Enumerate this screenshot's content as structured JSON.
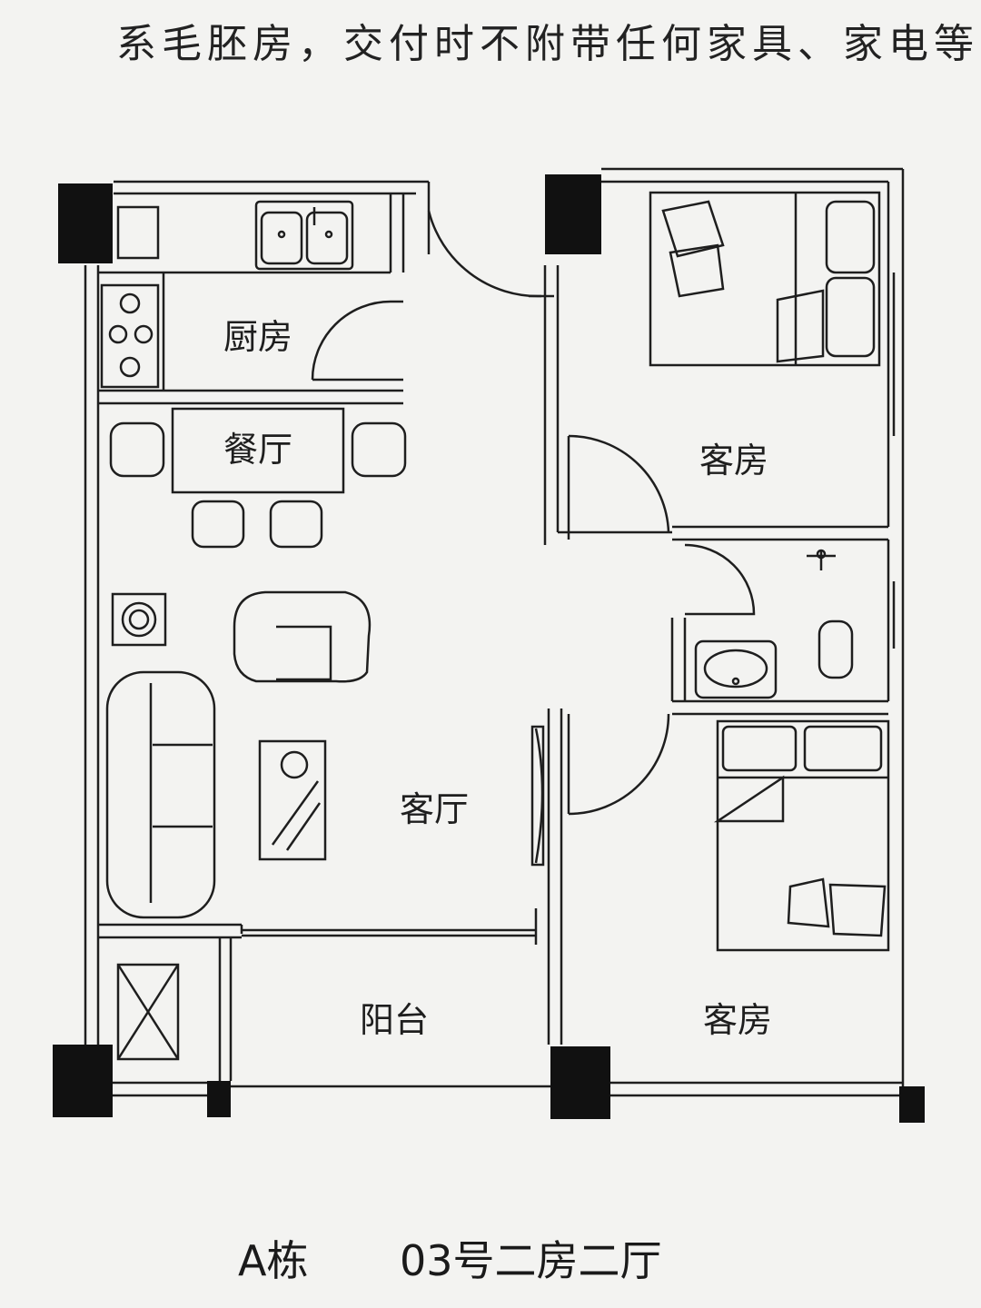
{
  "header": {
    "note": "系毛胚房，交付时不附带任何家具、家电等"
  },
  "rooms": {
    "kitchen": "厨房",
    "dining": "餐厅",
    "living": "客厅",
    "balcony": "阳台",
    "bedroom_top": "客房",
    "bedroom_bottom": "客房"
  },
  "caption": {
    "building": "A栋",
    "unit": "03号二房二厅"
  }
}
